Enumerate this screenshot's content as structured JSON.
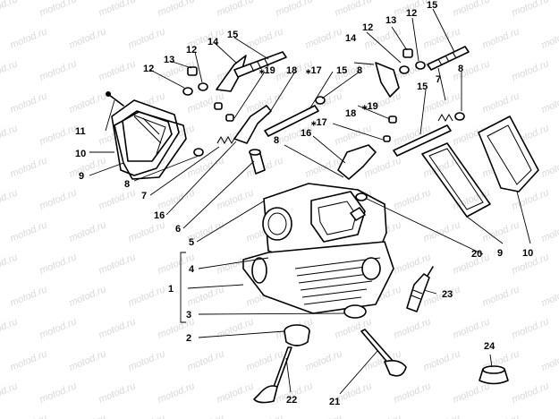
{
  "watermark": "motod.ru",
  "callouts": {
    "c1": "1",
    "c2": "2",
    "c3": "3",
    "c4": "4",
    "c5": "5",
    "c6": "6",
    "c7a": "7",
    "c7b": "7",
    "c8a": "8",
    "c8b": "8",
    "c8c": "8",
    "c8d": "8",
    "c9a": "9",
    "c9b": "9",
    "c10a": "10",
    "c10b": "10",
    "c11": "11",
    "c12a": "12",
    "c12b": "12",
    "c12c": "12",
    "c12d": "12",
    "c13a": "13",
    "c13b": "13",
    "c14a": "14",
    "c14b": "14",
    "c15a": "15",
    "c15b": "15",
    "c15c": "15",
    "c15d": "15",
    "c16a": "16",
    "c16b": "16",
    "c17a": "⁎17",
    "c17b": "⁎17",
    "c18a": "18",
    "c18b": "18",
    "c19a": "⁎19",
    "c19b": "⁎19",
    "c20": "20",
    "c21": "21",
    "c22": "22",
    "c23": "23",
    "c24": "24"
  }
}
